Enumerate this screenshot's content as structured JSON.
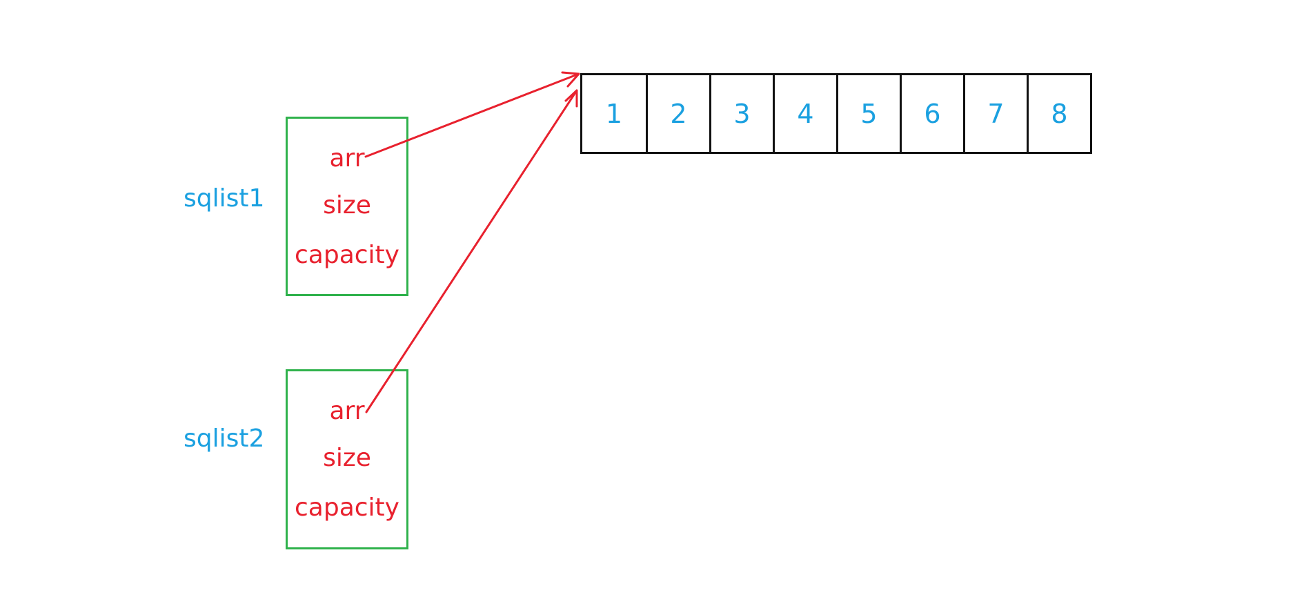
{
  "structs": [
    {
      "name": "sqlist1",
      "fields": [
        "arr",
        "size",
        "capacity"
      ]
    },
    {
      "name": "sqlist2",
      "fields": [
        "arr",
        "size",
        "capacity"
      ]
    }
  ],
  "array": {
    "cells": [
      "1",
      "2",
      "3",
      "4",
      "5",
      "6",
      "7",
      "8"
    ]
  },
  "colors": {
    "label": "#1aa0e0",
    "field": "#e8212e",
    "struct_border": "#2fb24c",
    "array_border": "#111111",
    "arrow": "#e8212e"
  }
}
